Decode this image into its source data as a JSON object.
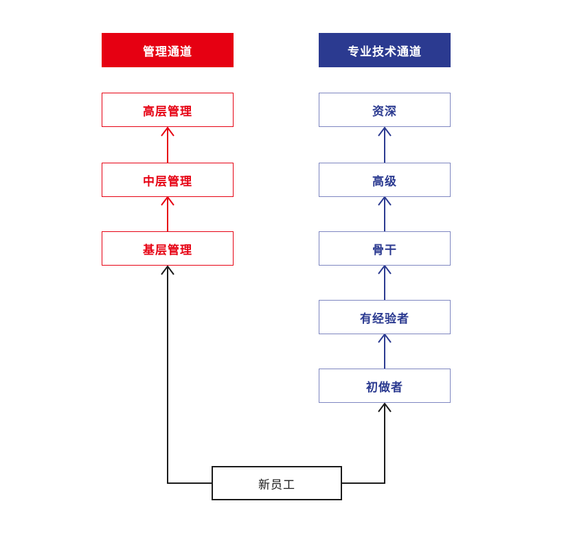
{
  "diagram": {
    "background_color": "#ffffff",
    "channels": {
      "management": {
        "header": "管理通道",
        "color": "#e60012",
        "border_color": "#e60012",
        "levels": [
          {
            "label": "高层管理"
          },
          {
            "label": "中层管理"
          },
          {
            "label": "基层管理"
          }
        ]
      },
      "professional": {
        "header": "专业技术通道",
        "color": "#2b3a90",
        "border_color": "#7d85c0",
        "levels": [
          {
            "label": "资深"
          },
          {
            "label": "高级"
          },
          {
            "label": "骨干"
          },
          {
            "label": "有经验者"
          },
          {
            "label": "初做者"
          }
        ]
      },
      "entry": {
        "label": "新员工",
        "color": "#1a1a1a"
      }
    }
  }
}
